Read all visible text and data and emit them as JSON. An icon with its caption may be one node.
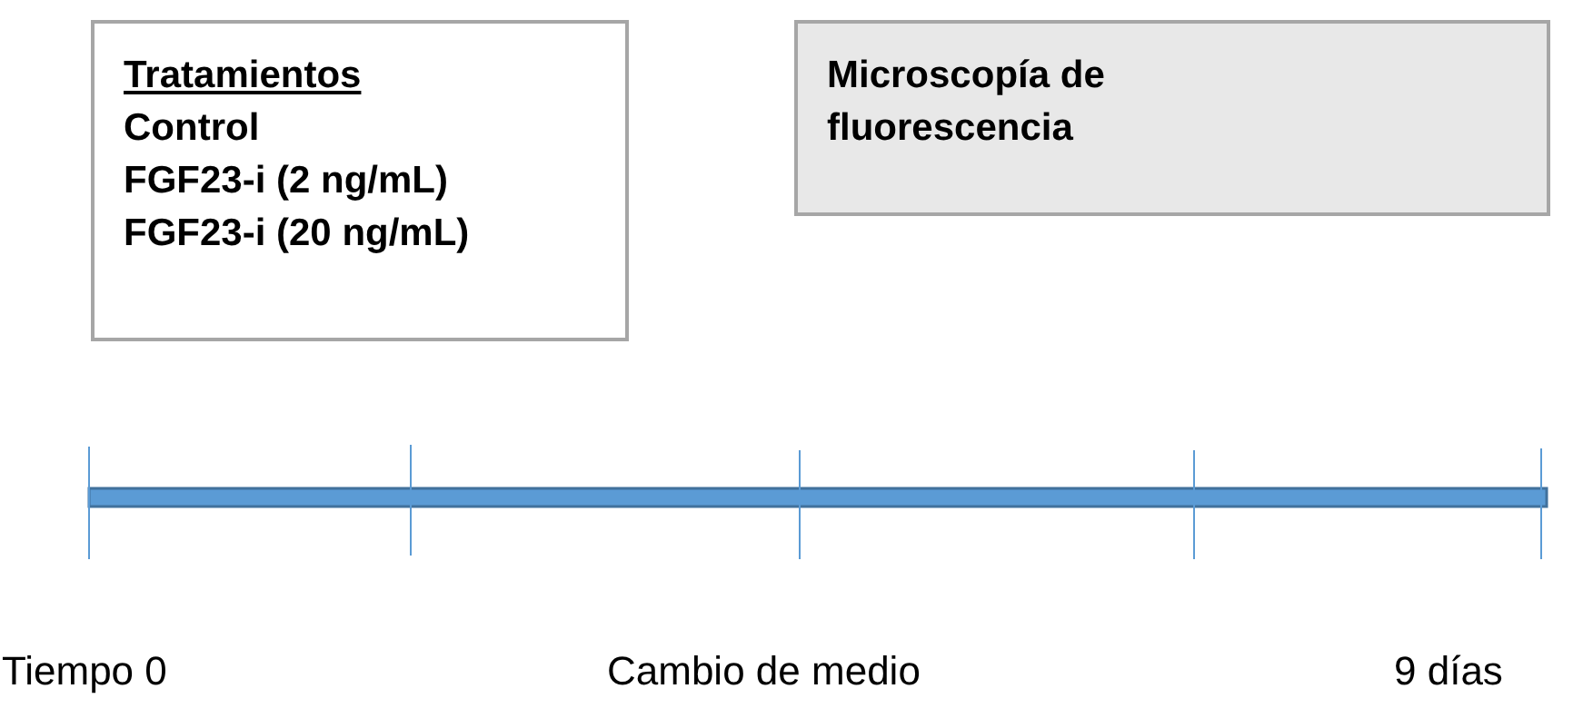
{
  "diagram": {
    "nodes": [
      {
        "text": [
          "Tratamientos",
          "Control",
          "FGF23-i (2 ng/mL)",
          "FGF23-i (20 ng/mL)"
        ]
      },
      {
        "text": [
          "Microscopía de fluorescencia"
        ]
      }
    ],
    "labels": [
      "Tiempo 0",
      "Cambio de medio",
      "9 días"
    ]
  }
}
